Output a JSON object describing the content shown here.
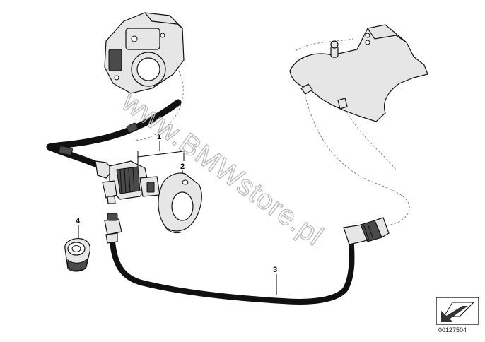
{
  "diagram": {
    "callouts": [
      {
        "id": "1",
        "label": "1"
      },
      {
        "id": "2",
        "label": "2"
      },
      {
        "id": "3",
        "label": "3"
      },
      {
        "id": "4",
        "label": "4"
      }
    ],
    "watermark": "www.BMWstore.pl",
    "reference_number": "00127504",
    "nav_icon": "arrow-down-left-icon"
  }
}
